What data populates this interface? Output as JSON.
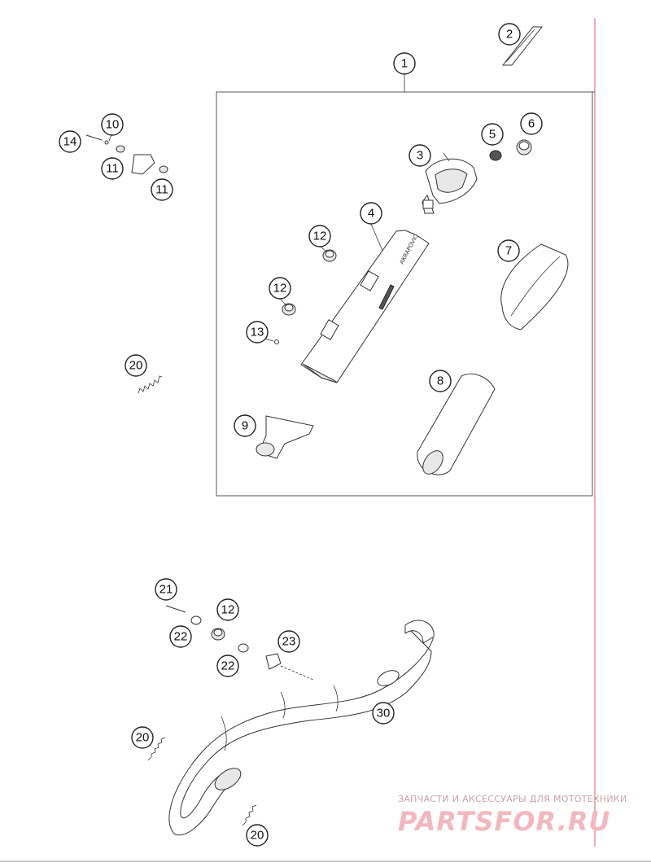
{
  "diagram": {
    "callouts": [
      {
        "id": "c1",
        "label": "1"
      },
      {
        "id": "c2",
        "label": "2"
      },
      {
        "id": "c3",
        "label": "3"
      },
      {
        "id": "c4",
        "label": "4"
      },
      {
        "id": "c5",
        "label": "5"
      },
      {
        "id": "c6",
        "label": "6"
      },
      {
        "id": "c7",
        "label": "7"
      },
      {
        "id": "c8",
        "label": "8"
      },
      {
        "id": "c9",
        "label": "9"
      },
      {
        "id": "c10",
        "label": "10"
      },
      {
        "id": "c11a",
        "label": "11"
      },
      {
        "id": "c11b",
        "label": "11"
      },
      {
        "id": "c12a",
        "label": "12"
      },
      {
        "id": "c12b",
        "label": "12"
      },
      {
        "id": "c12c",
        "label": "12"
      },
      {
        "id": "c13",
        "label": "13"
      },
      {
        "id": "c14",
        "label": "14"
      },
      {
        "id": "c20a",
        "label": "20"
      },
      {
        "id": "c20b",
        "label": "20"
      },
      {
        "id": "c20c",
        "label": "20"
      },
      {
        "id": "c21",
        "label": "21"
      },
      {
        "id": "c22a",
        "label": "22"
      },
      {
        "id": "c22b",
        "label": "22"
      },
      {
        "id": "c23",
        "label": "23"
      },
      {
        "id": "c30",
        "label": "30"
      }
    ],
    "muffler_logo": "AKRAPOVIC"
  },
  "watermark": {
    "line1": "ЗАПЧАСТИ И АКСЕССУАРЫ ДЛЯ МОТОТЕХНИКИ",
    "line2": "PARTSFOR.RU"
  },
  "colors": {
    "margin_line": "#e05a6a",
    "watermark_text": "#f2b8be"
  }
}
